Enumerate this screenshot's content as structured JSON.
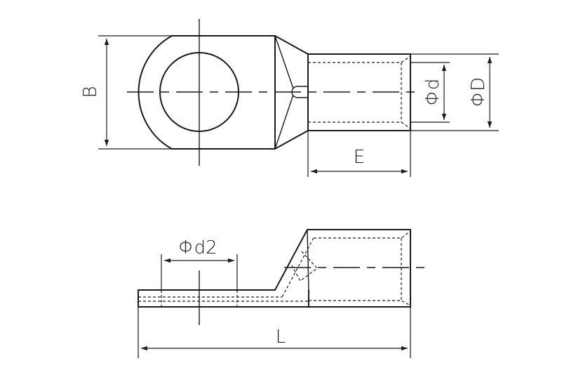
{
  "labels": {
    "b": "B",
    "phi_d": "Φd",
    "phi_D": "ΦD",
    "e": "E",
    "phi_d2": "Φd2",
    "l": "L"
  }
}
